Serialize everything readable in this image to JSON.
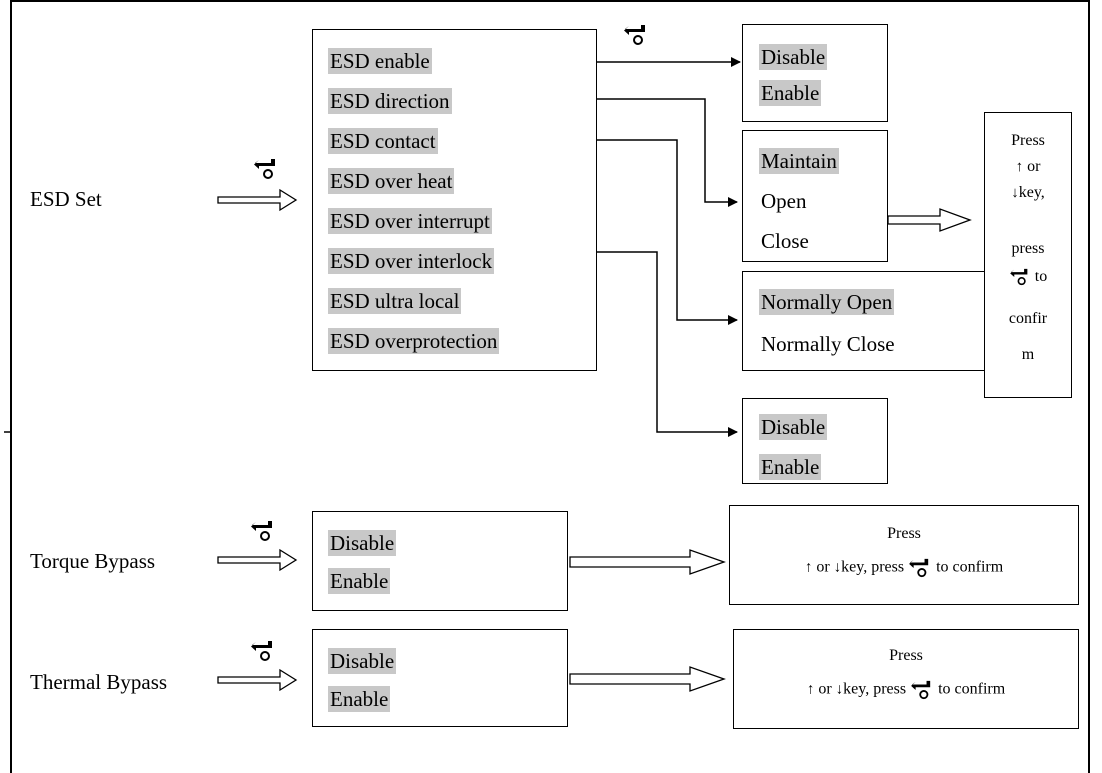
{
  "left_labels": {
    "esd_set": "ESD Set",
    "torque_bypass": "Torque Bypass",
    "thermal_bypass": "Thermal Bypass"
  },
  "esd_menu": [
    "ESD enable",
    "ESD direction",
    "ESD contact",
    "ESD over heat",
    "ESD over interrupt",
    "ESD over interlock",
    "ESD ultra local",
    "ESD overprotection"
  ],
  "enable_options": [
    "Disable",
    "Enable"
  ],
  "direction_options": [
    "Maintain",
    "Open",
    "Close"
  ],
  "contact_options": [
    "Normally Open",
    "Normally Close"
  ],
  "heat_options": [
    "Disable",
    "Enable"
  ],
  "torque_options": [
    "Disable",
    "Enable"
  ],
  "thermal_options": [
    "Disable",
    "Enable"
  ],
  "confirm_vertical": {
    "line1": "Press",
    "line2": "or",
    "line3": "key,",
    "line4": "press",
    "line5": "to",
    "line6": "confir",
    "line7": "m"
  },
  "confirm_torque": {
    "line1": "Press",
    "or": "or",
    "key_press": "key, press",
    "to_confirm": "to confirm"
  },
  "confirm_thermal": {
    "line1": "Press",
    "or": "or",
    "key_press": "key, press",
    "to_confirm": "to confirm"
  },
  "icons": {
    "enter_key": "enter-key-icon",
    "up_arrow": "up-arrow-icon",
    "down_arrow": "down-arrow-icon"
  }
}
